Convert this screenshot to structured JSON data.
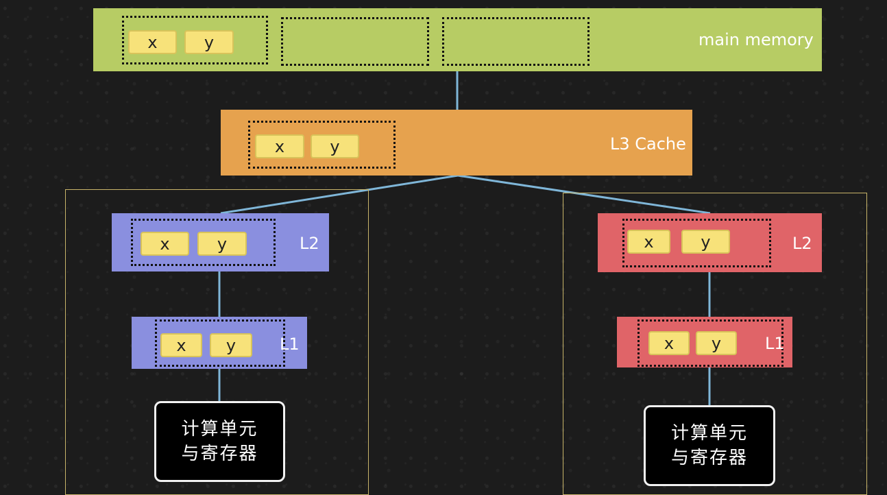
{
  "colors": {
    "main_memory": "#b7cc64",
    "l3": "#e6a24e",
    "core_left": "#8a8fdf",
    "core_right": "#e06468",
    "chip": "#f7e27a",
    "link": "#7fb6d8",
    "frame": "#c9b56a"
  },
  "main_memory": {
    "label": "main memory",
    "chip_x": "x",
    "chip_y": "y"
  },
  "l3": {
    "label": "L3 Cache",
    "chip_x": "x",
    "chip_y": "y"
  },
  "core_left": {
    "l2": {
      "label": "L2",
      "chip_x": "x",
      "chip_y": "y"
    },
    "l1": {
      "label": "L1",
      "chip_x": "x",
      "chip_y": "y"
    },
    "compute": {
      "line1": "计算单元",
      "line2": "与寄存器"
    }
  },
  "core_right": {
    "l2": {
      "label": "L2",
      "chip_x": "x",
      "chip_y": "y"
    },
    "l1": {
      "label": "L1",
      "chip_x": "x",
      "chip_y": "y"
    },
    "compute": {
      "line1": "计算单元",
      "line2": "与寄存器"
    }
  }
}
